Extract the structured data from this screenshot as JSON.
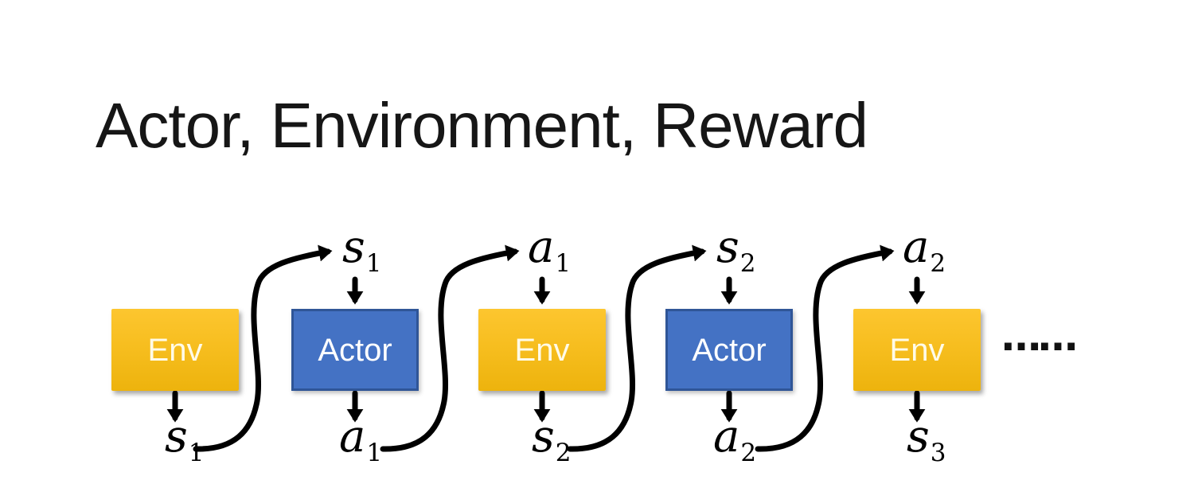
{
  "title": "Actor, Environment, Reward",
  "diagram": {
    "boxes": [
      {
        "label": "Env",
        "kind": "env"
      },
      {
        "label": "Actor",
        "kind": "actor"
      },
      {
        "label": "Env",
        "kind": "env"
      },
      {
        "label": "Actor",
        "kind": "actor"
      },
      {
        "label": "Env",
        "kind": "env"
      }
    ],
    "top_labels": [
      {
        "main": "s",
        "sub": "1"
      },
      {
        "main": "a",
        "sub": "1"
      },
      {
        "main": "s",
        "sub": "2"
      },
      {
        "main": "a",
        "sub": "2"
      }
    ],
    "bottom_labels": [
      {
        "main": "s",
        "sub": "1"
      },
      {
        "main": "a",
        "sub": "1"
      },
      {
        "main": "s",
        "sub": "2"
      },
      {
        "main": "a",
        "sub": "2"
      },
      {
        "main": "s",
        "sub": "3"
      }
    ],
    "ellipsis": "……",
    "colors": {
      "env_top": "#FDC62F",
      "env_bottom": "#EDB30D",
      "env_text": "#FFFBE8",
      "actor_fill": "#4472C4",
      "actor_border": "#2F5597",
      "actor_text": "#FFFFFF",
      "arrow": "#000000",
      "title_text": "#161616"
    }
  }
}
